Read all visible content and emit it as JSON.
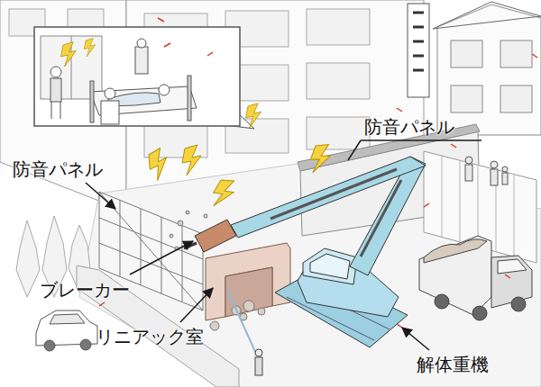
{
  "diagram": {
    "labels": [
      "防音パネル",
      "防音パネル",
      "ブレーカー",
      "リニアック室",
      "解体重機"
    ]
  }
}
